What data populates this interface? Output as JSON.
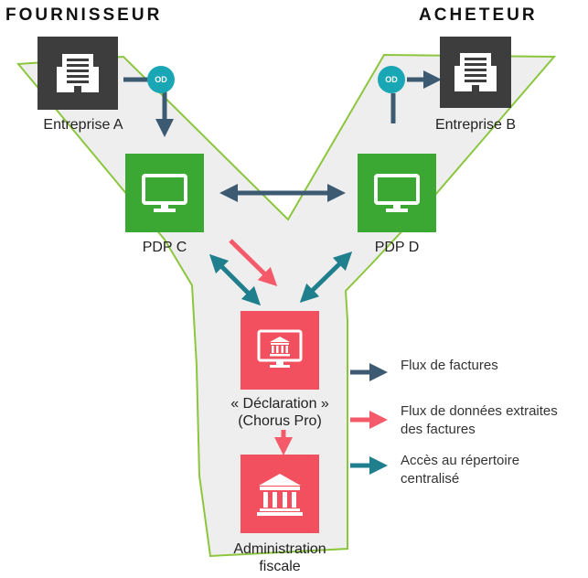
{
  "headers": {
    "supplier": "FOURNISSEUR",
    "buyer": "ACHETEUR"
  },
  "nodes": {
    "enterprise_a": {
      "label": "Entreprise A",
      "icon": "building-icon"
    },
    "enterprise_b": {
      "label": "Entreprise B",
      "icon": "building-icon"
    },
    "pdp_c": {
      "label": "PDP C",
      "icon": "monitor-icon"
    },
    "pdp_d": {
      "label": "PDP D",
      "icon": "monitor-icon"
    },
    "declaration": {
      "label_line1": "« Déclaration »",
      "label_line2": "(Chorus Pro)",
      "icon": "monitor-bank-icon"
    },
    "administration": {
      "label_line1": "Administration",
      "label_line2": "fiscale",
      "icon": "bank-icon"
    }
  },
  "od_badges": {
    "left": "OD",
    "right": "OD"
  },
  "legend": {
    "invoices": "Flux de factures",
    "extracted_line1": "Flux de données extraites",
    "extracted_line2": "des factures",
    "directory_line1": "Accès au répertoire",
    "directory_line2": "centralisé"
  },
  "colors": {
    "dark_box": "#3d3d3d",
    "green_box": "#3aa832",
    "red_box": "#f2505f",
    "invoice_arrow": "#3d5a73",
    "extract_arrow": "#f55a6a",
    "directory_arrow": "#1f7f8c",
    "outline_green": "#8cc63f",
    "shape_fill": "#eeeeee"
  }
}
